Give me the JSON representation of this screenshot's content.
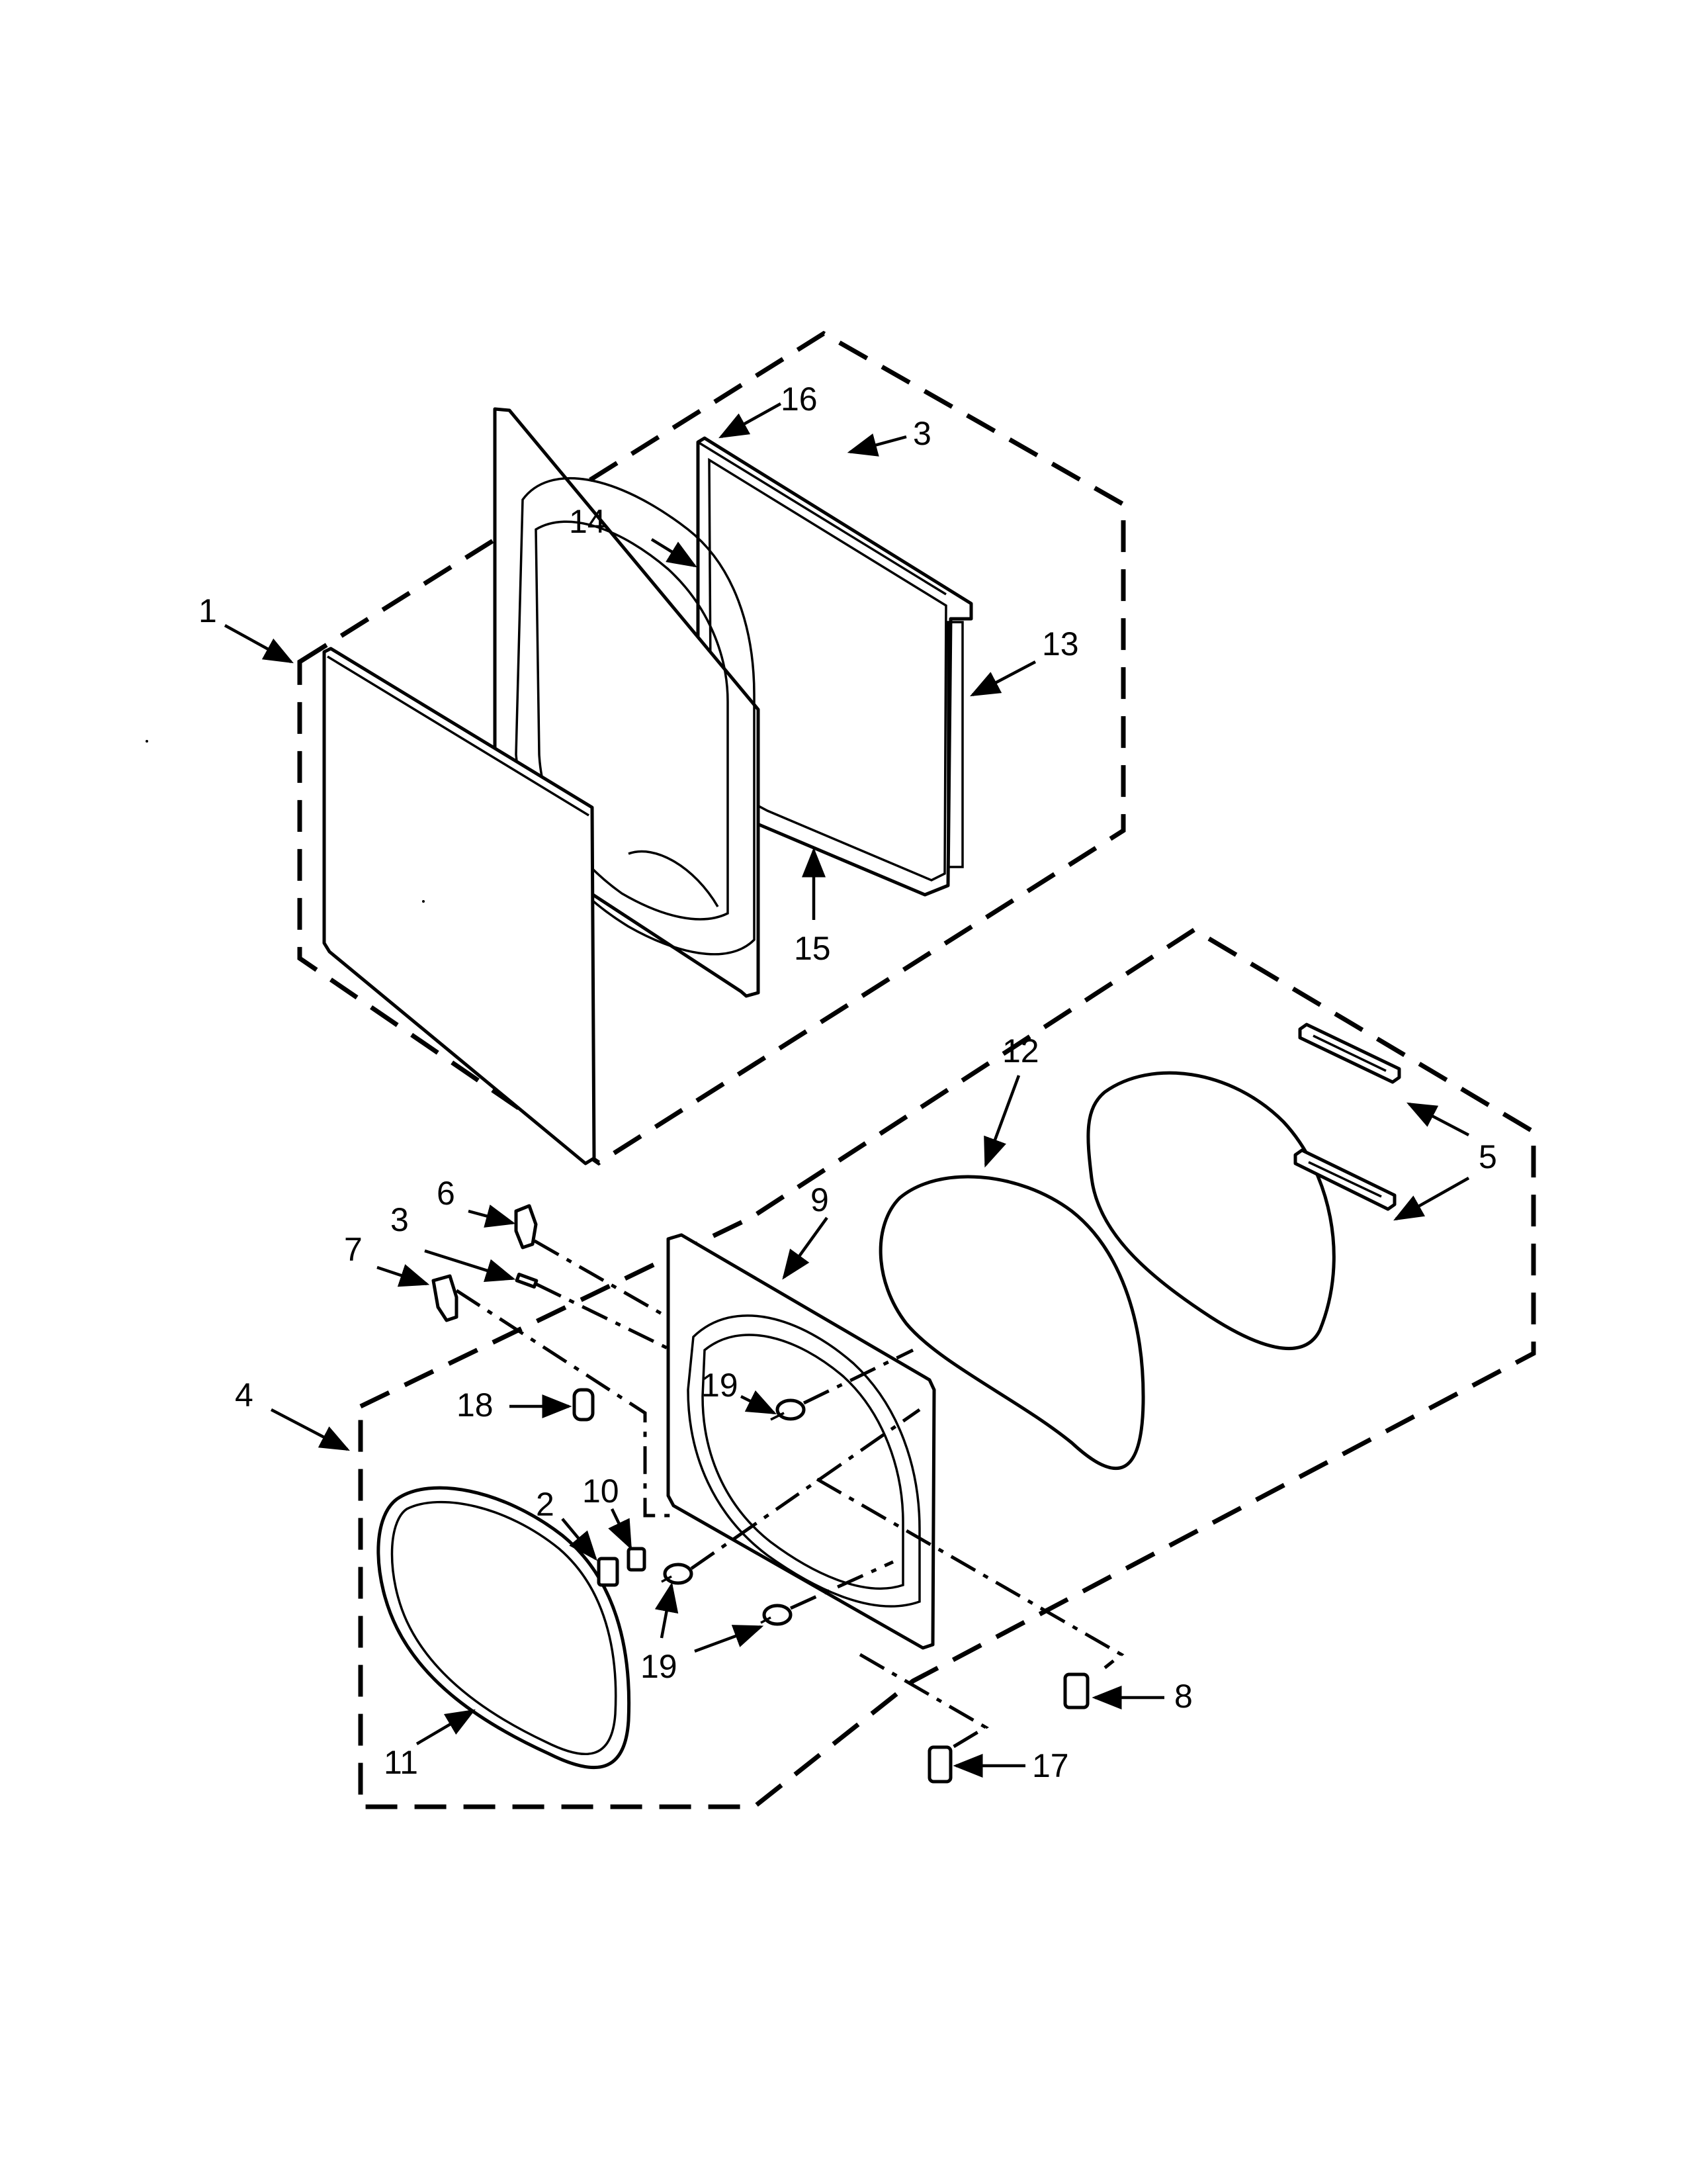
{
  "callouts": [
    {
      "id": "c1",
      "text": "1"
    },
    {
      "id": "c2",
      "text": "2"
    },
    {
      "id": "c3a",
      "text": "3"
    },
    {
      "id": "c3b",
      "text": "3"
    },
    {
      "id": "c4",
      "text": "4"
    },
    {
      "id": "c5",
      "text": "5"
    },
    {
      "id": "c6",
      "text": "6"
    },
    {
      "id": "c7",
      "text": "7"
    },
    {
      "id": "c8",
      "text": "8"
    },
    {
      "id": "c9",
      "text": "9"
    },
    {
      "id": "c10",
      "text": "10"
    },
    {
      "id": "c11",
      "text": "11"
    },
    {
      "id": "c12",
      "text": "12"
    },
    {
      "id": "c13",
      "text": "13"
    },
    {
      "id": "c14",
      "text": "14"
    },
    {
      "id": "c15",
      "text": "15"
    },
    {
      "id": "c16",
      "text": "16"
    },
    {
      "id": "c17",
      "text": "17"
    },
    {
      "id": "c18",
      "text": "18"
    },
    {
      "id": "c19a",
      "text": "19"
    },
    {
      "id": "c19b",
      "text": "19"
    },
    {
      "id": "c19c",
      "text": "19"
    }
  ]
}
